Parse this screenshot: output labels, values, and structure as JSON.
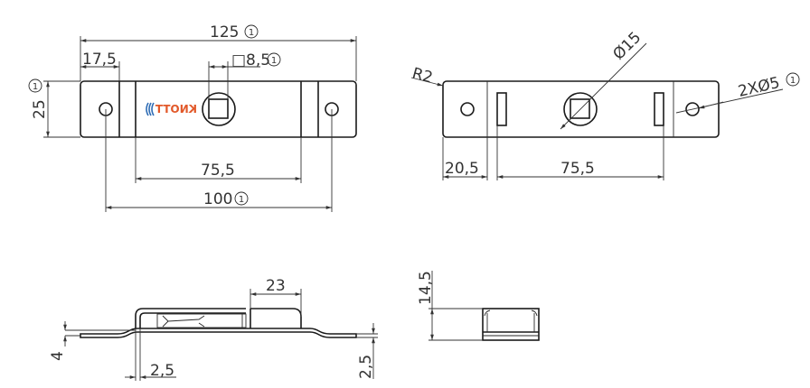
{
  "drawing": {
    "brand": {
      "text": "KNOTT",
      "color": "#e2592a",
      "accent_color": "#2f6db5"
    },
    "ref_mark": "1",
    "top_view": {
      "overall_length": "125",
      "edge_to_divider": "17,5",
      "square_hole": "□8,5",
      "height": "25",
      "divider_span": "75,5",
      "hole_spacing": "100"
    },
    "back_view": {
      "corner_radius": "R2",
      "boss_diameter": "Ø15",
      "hole_spec": "2XØ5",
      "edge_to_divider": "20,5",
      "slot_span": "75,5"
    },
    "side_view": {
      "housing_length": "23",
      "offset_height": "4",
      "wall_thickness": "2,5",
      "plate_offset": "2,5"
    },
    "end_view": {
      "height": "14,5"
    }
  }
}
